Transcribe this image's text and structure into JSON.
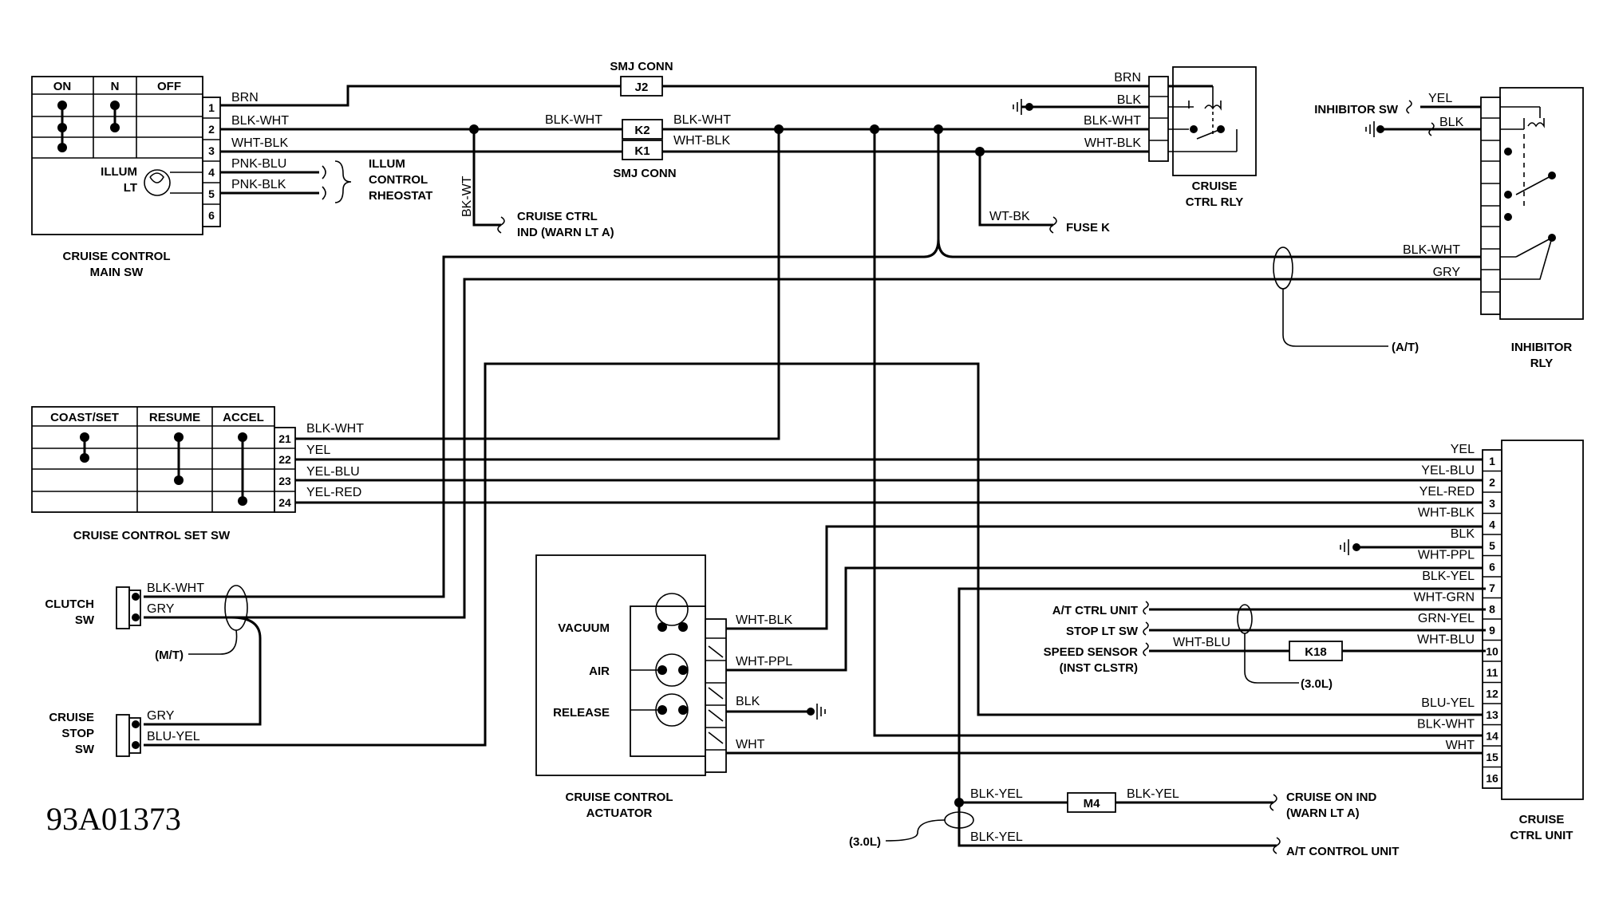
{
  "figure_code": "93A01373",
  "main_sw": {
    "title1": "CRUISE CONTROL",
    "title2": "MAIN SW",
    "headers": [
      "ON",
      "N",
      "OFF"
    ],
    "pins": [
      "1",
      "2",
      "3",
      "4",
      "5",
      "6"
    ],
    "illum1": "ILLUM",
    "illum2": "LT",
    "wires": [
      "BRN",
      "BLK-WHT",
      "WHT-BLK",
      "PNK-BLU",
      "PNK-BLK"
    ]
  },
  "rheostat": {
    "line1": "ILLUM",
    "line2": "CONTROL",
    "line3": "RHEOSTAT"
  },
  "smj_top": {
    "label": "SMJ CONN",
    "conn": "J2"
  },
  "smj_bottom": {
    "label": "SMJ CONN",
    "k2": "K2",
    "k1": "K1"
  },
  "mid_wires": {
    "blkwht_left": "BLK-WHT",
    "blkwht_right": "BLK-WHT",
    "whtblk_right": "WHT-BLK",
    "bkwt": "BK-WT",
    "wtbk": "WT-BK"
  },
  "cruise_ind": {
    "line1": "CRUISE CTRL",
    "line2": "IND (WARN LT A)"
  },
  "fuse": "FUSE K",
  "cruise_rly": {
    "wires": [
      "BRN",
      "BLK",
      "BLK-WHT",
      "WHT-BLK"
    ],
    "line1": "CRUISE",
    "line2": "CTRL RLY"
  },
  "inhibitor_rly": {
    "sw_label": "INHIBITOR SW",
    "wires": [
      "YEL",
      "BLK",
      "BLK-WHT",
      "GRY"
    ],
    "line1": "INHIBITOR",
    "line2": "RLY",
    "at": "(A/T)"
  },
  "set_sw": {
    "headers": [
      "COAST/SET",
      "RESUME",
      "ACCEL"
    ],
    "pins": [
      "21",
      "22",
      "23",
      "24"
    ],
    "wires": [
      "BLK-WHT",
      "YEL",
      "YEL-BLU",
      "YEL-RED"
    ],
    "title": "CRUISE CONTROL SET SW"
  },
  "clutch_sw": {
    "line1": "CLUTCH",
    "line2": "SW",
    "wires": [
      "BLK-WHT",
      "GRY"
    ],
    "mt": "(M/T)"
  },
  "stop_sw": {
    "line1": "CRUISE",
    "line2": "STOP",
    "line3": "SW",
    "wires": [
      "GRY",
      "BLU-YEL"
    ]
  },
  "actuator": {
    "vacuum": "VACUUM",
    "air": "AIR",
    "release": "RELEASE",
    "wires": [
      "WHT-BLK",
      "WHT-PPL",
      "BLK",
      "WHT"
    ],
    "title1": "CRUISE CONTROL",
    "title2": "ACTUATOR"
  },
  "ctrl_unit": {
    "pins": [
      "1",
      "2",
      "3",
      "4",
      "5",
      "6",
      "7",
      "8",
      "9",
      "10",
      "11",
      "12",
      "13",
      "14",
      "15",
      "16"
    ],
    "wires": [
      "YEL",
      "YEL-BLU",
      "YEL-RED",
      "WHT-BLK",
      "BLK",
      "WHT-PPL",
      "BLK-YEL",
      "WHT-GRN",
      "GRN-YEL",
      "WHT-BLU",
      "",
      "",
      "BLU-YEL",
      "BLK-WHT",
      "WHT",
      ""
    ],
    "title1": "CRUISE",
    "title2": "CTRL UNIT"
  },
  "ext_labels": {
    "at_ctrl": "A/T CTRL UNIT",
    "stop_lt": "STOP LT SW",
    "speed1": "SPEED SENSOR",
    "speed2": "(INST CLSTR)",
    "whtblu": "WHT-BLU",
    "k18": "K18",
    "l30": "(3.0L)"
  },
  "bottom": {
    "blkyel1": "BLK-YEL",
    "m4": "M4",
    "blkyel2": "BLK-YEL",
    "cruise_on1": "CRUISE ON IND",
    "cruise_on2": "(WARN LT A)",
    "l30": "(3.0L)",
    "blkyel3": "BLK-YEL",
    "at_unit": "A/T CONTROL UNIT"
  }
}
